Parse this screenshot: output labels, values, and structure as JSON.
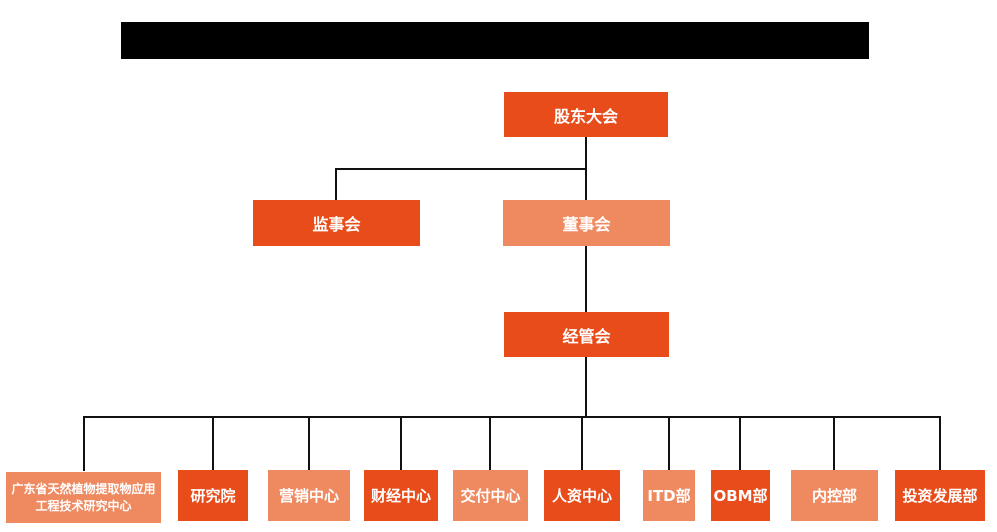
{
  "colors": {
    "primary": "#E84C1B",
    "secondary": "#EF8A60",
    "connector": "#111111",
    "redaction": "#000000",
    "background": "#FFFFFF",
    "node_text": "#FFFFFF"
  },
  "org": {
    "level1": {
      "label": "股东大会",
      "color": "#E84C1B"
    },
    "level2": [
      {
        "label": "监事会",
        "color": "#E84C1B"
      },
      {
        "label": "董事会",
        "color": "#EF8A60"
      }
    ],
    "level3": {
      "label": "经管会",
      "color": "#E84C1B"
    },
    "departments": [
      {
        "label": "广东省天然植物提取物应用工程技术研究中心",
        "color": "#EF8A60"
      },
      {
        "label": "研究院",
        "color": "#E84C1B"
      },
      {
        "label": "营销中心",
        "color": "#EF8A60"
      },
      {
        "label": "财经中心",
        "color": "#E84C1B"
      },
      {
        "label": "交付中心",
        "color": "#EF8A60"
      },
      {
        "label": "人资中心",
        "color": "#E84C1B"
      },
      {
        "label": "ITD部",
        "color": "#EF8A60"
      },
      {
        "label": "OBM部",
        "color": "#E84C1B"
      },
      {
        "label": "内控部",
        "color": "#EF8A60"
      },
      {
        "label": "投资发展部",
        "color": "#E84C1B"
      }
    ]
  }
}
